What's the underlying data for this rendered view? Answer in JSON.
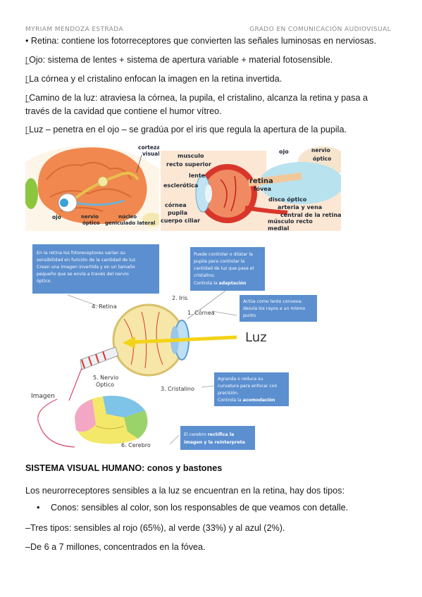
{
  "header": {
    "author": "MYRIAM MENDOZA ESTRADA",
    "course": "GRADO EN COMUNICACIÓN AUDIOVISUAL"
  },
  "paragraphs": [
    "• Retina: contiene los fotorreceptores que convierten las señales luminosas en nerviosas.",
    "Ojo: sistema de lentes + sistema de apertura variable + material fotosensible.",
    "La córnea y el cristalino enfocan la imagen en la retina invertida.",
    "Camino de la luz: atraviesa la córnea, la pupila, el cristalino, alcanza la retina y pasa a través de la cavidad que contiene el humor vítreo.",
    "Luz – penetra en el ojo – se gradúa por el iris que regula la apertura de la pupila."
  ],
  "figure1": {
    "labels": [
      "corteza",
      "visual",
      "ojo",
      "nervio",
      "óptico",
      "núcleo",
      "geniculado lateral"
    ]
  },
  "figure2": {
    "labels": [
      "ojo",
      "nervio",
      "óptico",
      "musculo",
      "recto superior",
      "lente",
      "esclerótica",
      "retina",
      "fóvea",
      "disco óptico",
      "arteria y vena",
      "central de la retina",
      "córnea",
      "pupila",
      "cuerpo ciliar",
      "músculo recto",
      "medial"
    ]
  },
  "figure3": {
    "box_retina": [
      "En la retina los fotoreceptores varían su",
      "sensibilidad en función de la cantidad de luz.",
      "Crean una imagen invertida  y en un tamaño",
      "pequeño que se envía a través del nervio",
      "óptico."
    ],
    "box_iris": [
      "Puede controlar o dilatar la",
      "pupila para controlar la",
      "cantidad de luz que pasa el",
      "cristalino.",
      "Controla la "
    ],
    "box_iris_bold": "adaptación",
    "box_cornea": [
      "Actúa como lente convexa:",
      "desvía los rayos a un mismo",
      "punto"
    ],
    "box_cristalino": [
      "Agranda o reduce su",
      "curvatura para enfocar con",
      "precisión."
    ],
    "box_cristalino_last": "Controla la ",
    "box_cristalino_bold": "acomodación",
    "box_cerebro_pre": "El cerebro ",
    "box_cerebro_bold1": "rectifica la",
    "box_cerebro_bold2": "imagen y la reinterpreta",
    "labels": {
      "retina": "4. Retina",
      "iris": "2. Iris",
      "cornea": "1. Córnea",
      "luz": "Luz",
      "nervio1": "5. Nervio",
      "nervio2": "Óptico",
      "cristalino": "3. Cristalino",
      "imagen": "Imagen",
      "cerebro": "6. Cerebro"
    }
  },
  "section": {
    "title": "SISTEMA VISUAL HUMANO: conos y bastones",
    "intro": "Los neurorreceptores sensibles a la luz se encuentran en la retina, hay dos tipos:",
    "bullet": "Conos: sensibles al color, son los responsables de que veamos con detalle.",
    "line1": "–Tres tipos: sensibles al rojo (65%), al verde (33%) y al azul (2%).",
    "line2": "–De 6 a 7 millones, concentrados en la fóvea."
  },
  "colors": {
    "info_box": "#5b8fd0",
    "light_arrow": "#f2d318",
    "brain": "#f0884f",
    "eye_red": "#d9362b"
  }
}
